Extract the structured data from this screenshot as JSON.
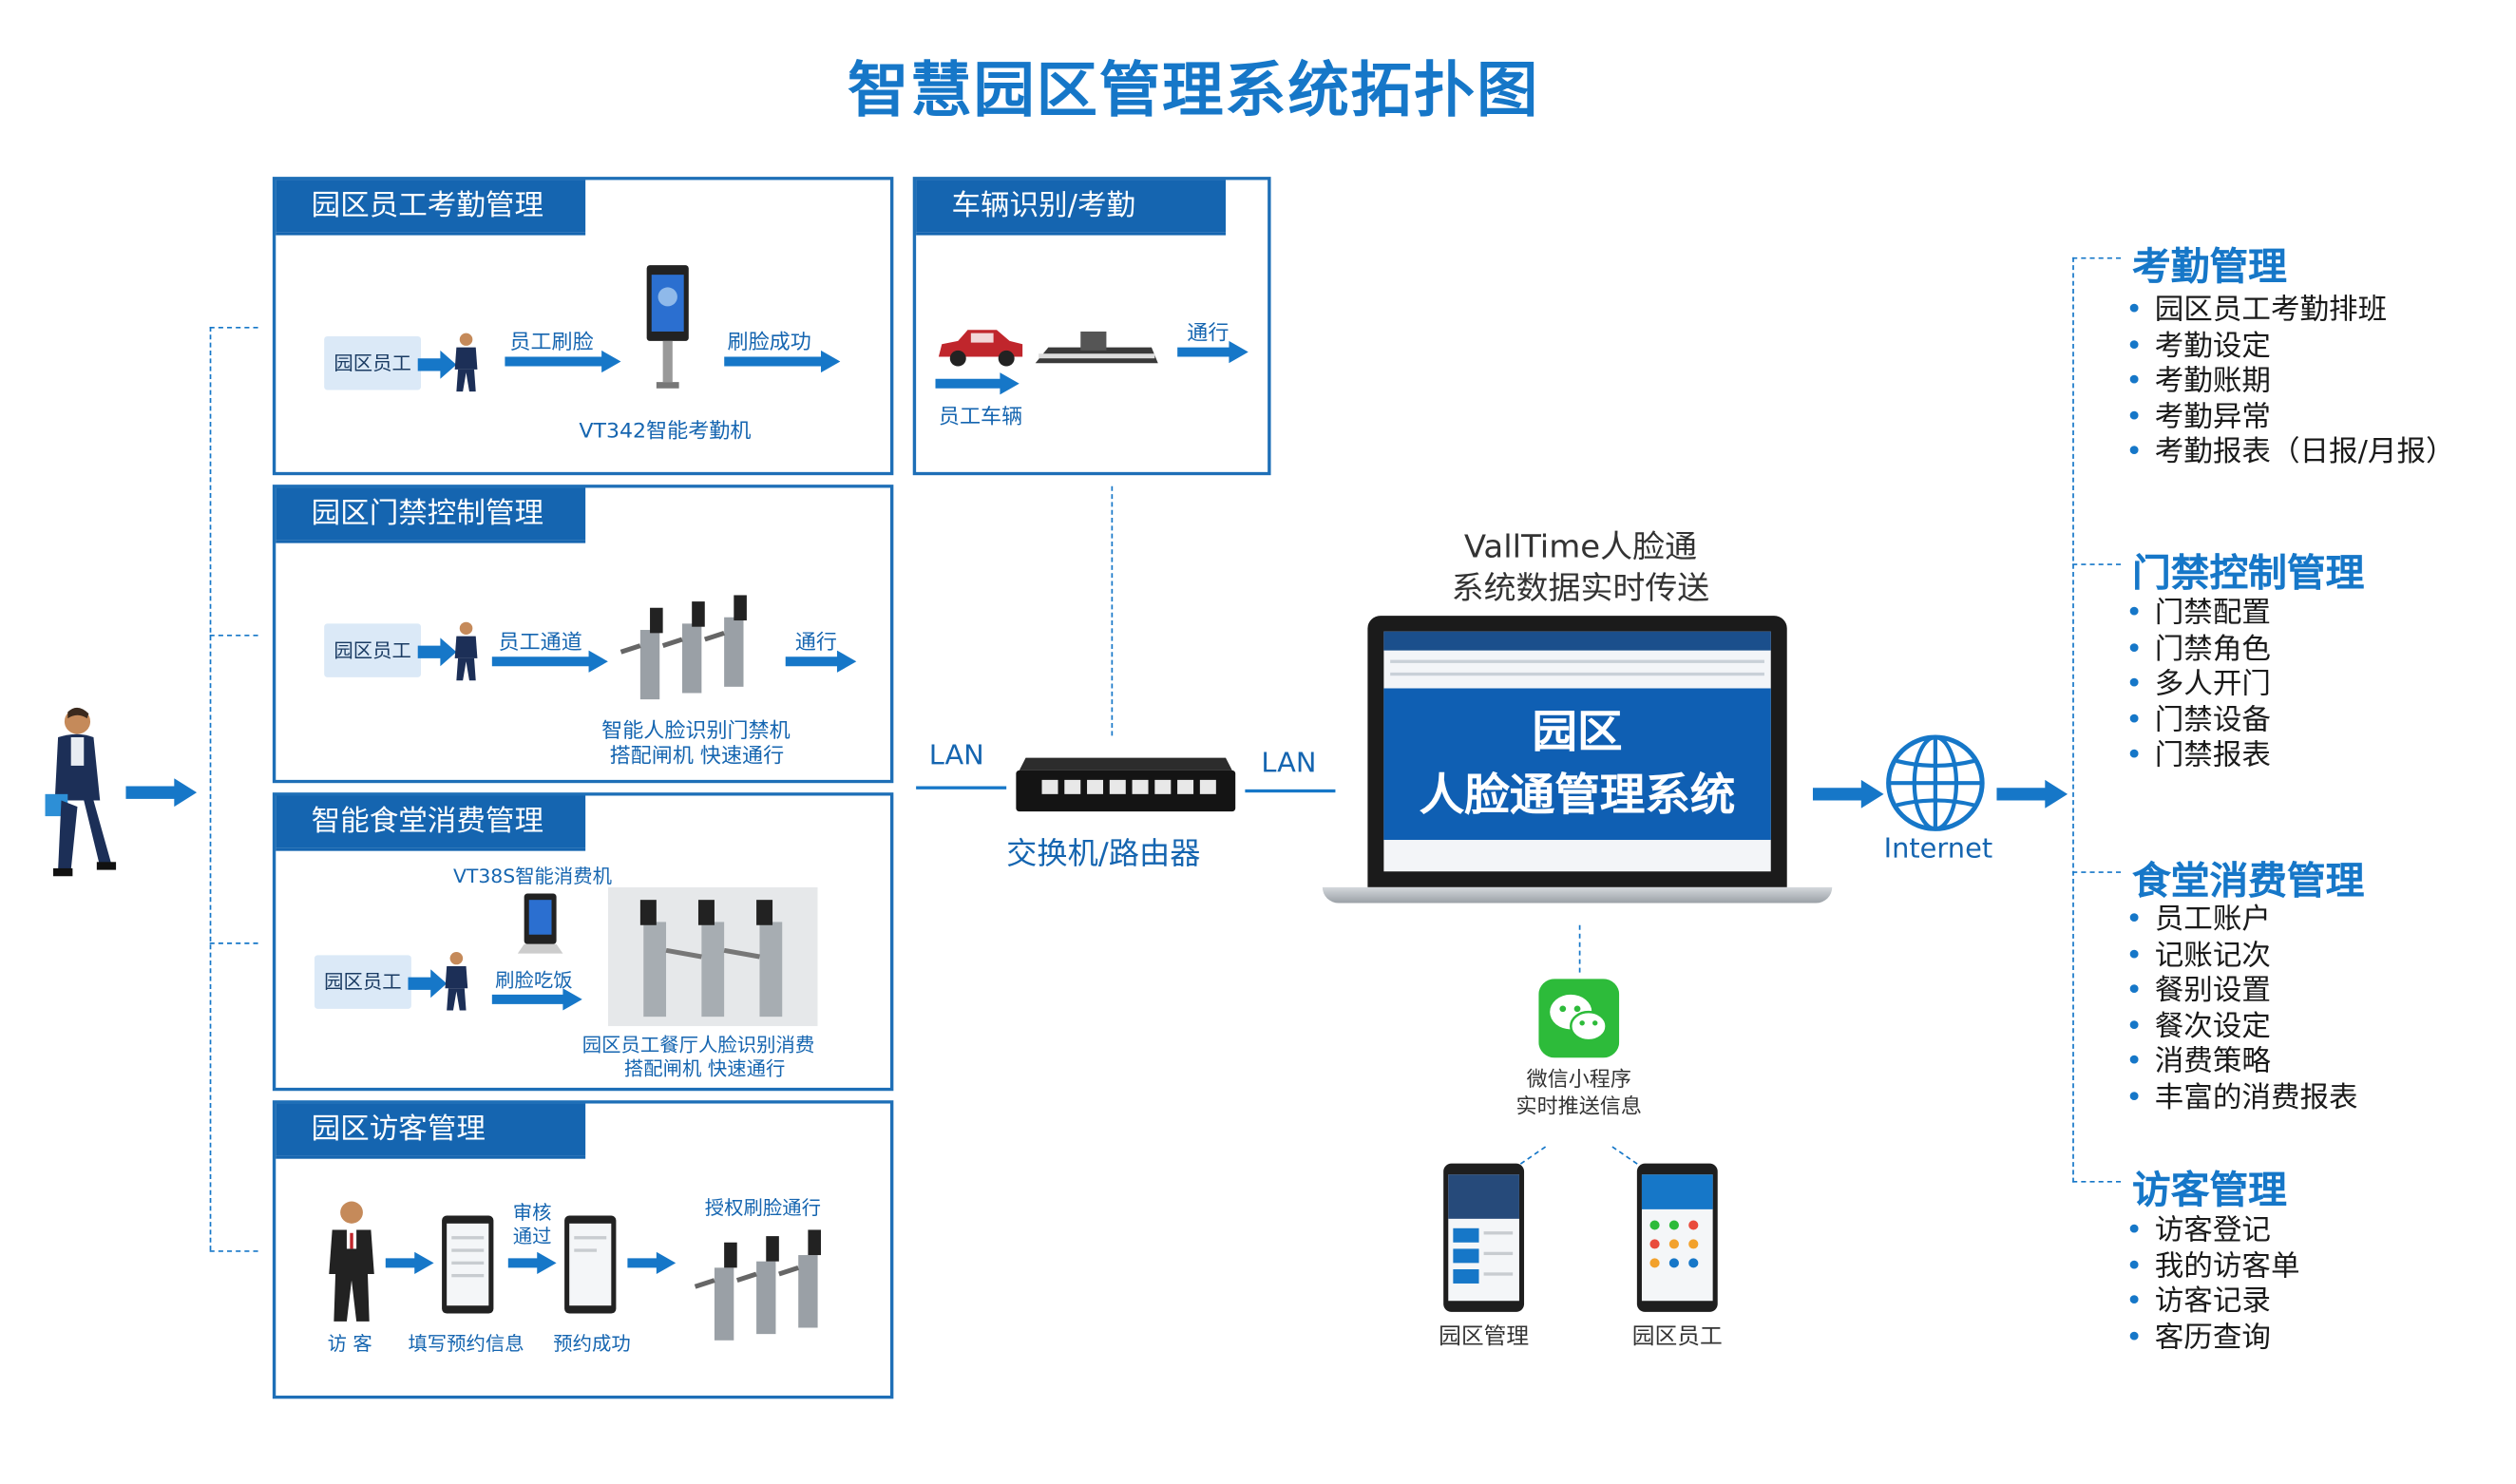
{
  "title": "智慧园区管理系统拓扑图",
  "attendance_panel": {
    "title": "园区员工考勤管理",
    "employee": "园区员工",
    "step1": "员工刷脸",
    "step2": "刷脸成功",
    "device": "VT342智能考勤机"
  },
  "vehicle_panel": {
    "title": "车辆识别/考勤",
    "pass": "通行",
    "vehicle": "员工车辆"
  },
  "access_panel": {
    "title": "园区门禁控制管理",
    "employee": "园区员工",
    "step1": "员工通道",
    "pass": "通行",
    "device_line1": "智能人脸识别门禁机",
    "device_line2": "搭配闸机 快速通行"
  },
  "canteen_panel": {
    "title": "智能食堂消费管理",
    "device": "VT38S智能消费机",
    "employee": "园区员工",
    "step1": "刷脸吃饭",
    "desc_line1": "园区员工餐厅人脸识别消费",
    "desc_line2": "搭配闸机 快速通行"
  },
  "visitor_panel": {
    "title": "园区访客管理",
    "review_line1": "审核",
    "review_line2": "通过",
    "auth": "授权刷脸通行",
    "visitor": "访 客",
    "fill": "填写预约信息",
    "success": "预约成功"
  },
  "network": {
    "lan_left": "LAN",
    "lan_right": "LAN",
    "switch_label": "交换机/路由器",
    "sync_line1": "VallTime人脸通",
    "sync_line2": "系统数据实时传送",
    "screen_line1": "园区",
    "screen_line2": "人脸通管理系统",
    "internet": "Internet",
    "wechat_line1": "微信小程序",
    "wechat_line2": "实时推送信息",
    "phone_left": "园区管理",
    "phone_right": "园区员工"
  },
  "categories": [
    {
      "title": "考勤管理",
      "items": [
        "园区员工考勤排班",
        "考勤设定",
        "考勤账期",
        "考勤异常",
        "考勤报表（日报/月报）"
      ]
    },
    {
      "title": "门禁控制管理",
      "items": [
        "门禁配置",
        "门禁角色",
        "多人开门",
        "门禁设备",
        "门禁报表"
      ]
    },
    {
      "title": "食堂消费管理",
      "items": [
        "员工账户",
        "记账记次",
        "餐别设置",
        "餐次设定",
        "消费策略",
        "丰富的消费报表"
      ]
    },
    {
      "title": "访客管理",
      "items": [
        "访客登记",
        "我的访客单",
        "访客记录",
        "客历查询"
      ]
    }
  ],
  "colors": {
    "accent": "#1677c8",
    "panel_header": "#1565b0",
    "tag_bg": "#dbe9f7",
    "wechat": "#2dbb3a"
  }
}
